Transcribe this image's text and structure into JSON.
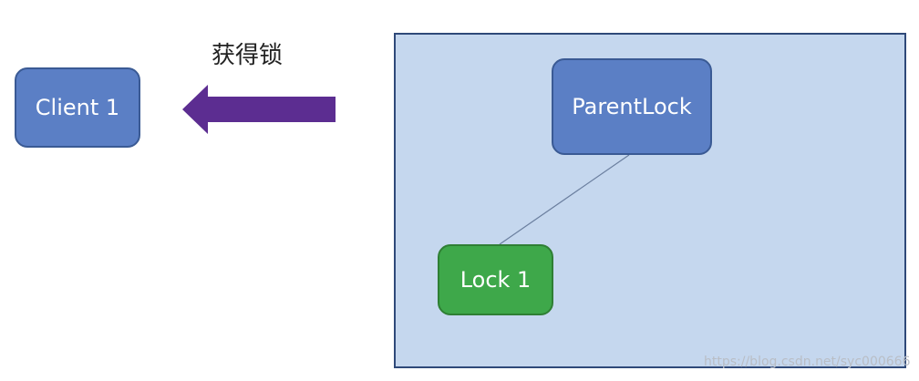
{
  "nodes": {
    "client": "Client 1",
    "parent_lock": "ParentLock",
    "lock1": "Lock 1"
  },
  "arrow": {
    "label": "获得锁",
    "direction": "left",
    "color": "#5c2d91"
  },
  "watermark": "https://blog.csdn.net/syc000666",
  "colors": {
    "node_blue": "#5b7fc5",
    "node_green": "#3ea84a",
    "container_fill": "#c5d7ee",
    "container_border": "#2f4979"
  }
}
